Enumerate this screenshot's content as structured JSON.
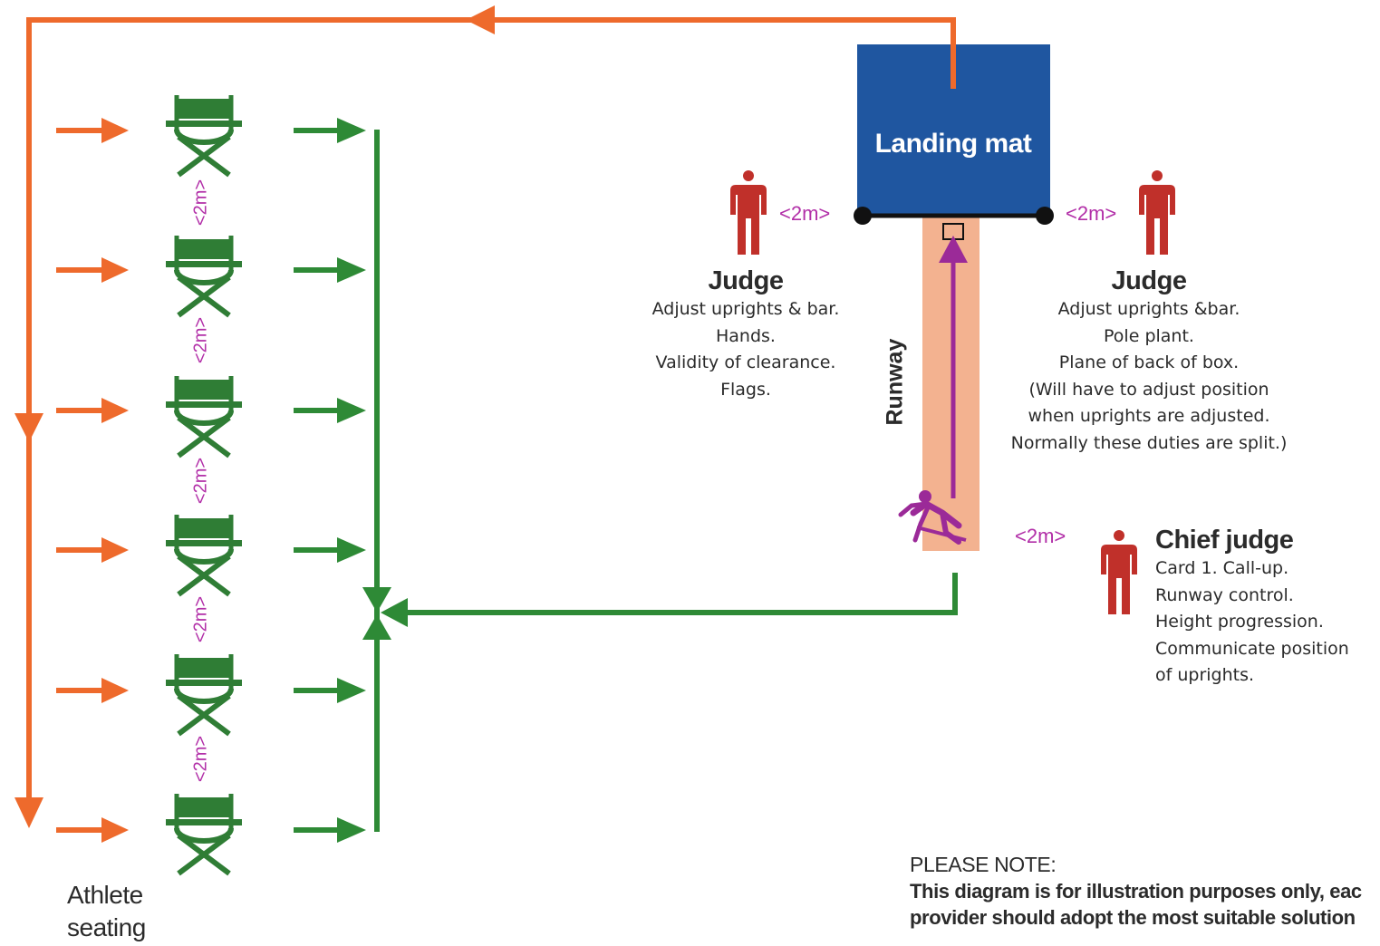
{
  "landing_mat": {
    "label": "Landing mat",
    "color": "#1f56a0"
  },
  "runway": {
    "label": "Runway",
    "color": "#f3b290"
  },
  "spacing_label": "<2m>",
  "judge_left": {
    "title": "Judge",
    "duties": [
      "Adjust uprights & bar.",
      "Hands.",
      "Validity of clearance.",
      "Flags."
    ]
  },
  "judge_right": {
    "title": "Judge",
    "duties": [
      "Adjust uprights &bar.",
      "Pole plant.",
      "Plane of back of box.",
      "(Will have to adjust position",
      "when uprights are adjusted.",
      "Normally these duties are split.)"
    ]
  },
  "chief_judge": {
    "title": "Chief judge",
    "duties": [
      "Card 1. Call-up.",
      "Runway control.",
      "Height progression.",
      "Communicate position",
      "of uprights."
    ]
  },
  "athlete_seating": {
    "line1": "Athlete",
    "line2": "seating"
  },
  "note": {
    "title": "PLEASE NOTE:",
    "line1": "This diagram is for illustration purposes only, eac",
    "line2": "provider should adopt the most suitable solution"
  },
  "colors": {
    "orange": "#ee6a2c",
    "green": "#2e8a36",
    "purple": "#9b2a98",
    "judge_red": "#c0302a",
    "chair_green": "#2f7d35"
  },
  "icons": [
    "chair-icon",
    "person-icon",
    "vaulter-icon",
    "arrow-icon"
  ]
}
